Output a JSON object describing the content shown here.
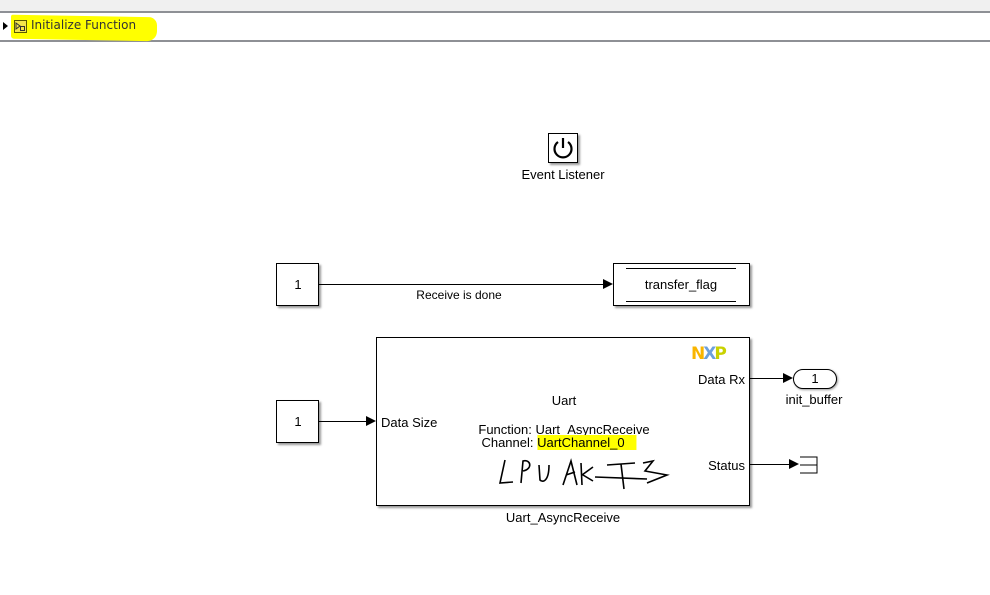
{
  "breadcrumb": {
    "label": "Initialize Function",
    "icon": "function-subsystem-icon",
    "highlight_color": "#ffff00"
  },
  "event_listener": {
    "icon": "power-icon",
    "label": "Event Listener"
  },
  "const_block_1": {
    "value": "1"
  },
  "signal_1": {
    "label": "Receive is done"
  },
  "data_store": {
    "label": "transfer_flag"
  },
  "const_block_2": {
    "value": "1"
  },
  "uart_block": {
    "title": "Uart",
    "function_line": "Function: Uart_AsyncReceive",
    "channel_prefix": "Channel: ",
    "channel_value": "UartChannel_0",
    "handwritten_note": "LPUART3",
    "input_port": "Data Size",
    "output_port_1": "Data Rx",
    "output_port_2": "Status",
    "block_name": "Uart_AsyncReceive",
    "logo": "NXP",
    "logo_colors": {
      "n": "#f9b500",
      "x": "#6ca0dc",
      "p": "#c9d200"
    }
  },
  "outport": {
    "number": "1",
    "name": "init_buffer"
  }
}
